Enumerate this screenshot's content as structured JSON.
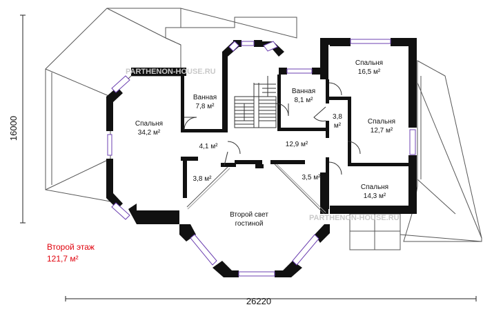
{
  "floor": {
    "name": "Второй этаж",
    "area": "121,7 м²"
  },
  "dimensions": {
    "width": "26220",
    "height": "16000"
  },
  "watermark": "PARTHENON-HOUSE.RU",
  "rooms": [
    {
      "id": "bedroom-34",
      "name": "Спальня",
      "area": "34,2 м²"
    },
    {
      "id": "bath-7",
      "name": "Ванная",
      "area": "7,8 м²"
    },
    {
      "id": "bath-8",
      "name": "Ванная",
      "area": "8,1 м²"
    },
    {
      "id": "bedroom-16",
      "name": "Спальня",
      "area": "16,5 м²"
    },
    {
      "id": "bedroom-12",
      "name": "Спальня",
      "area": "12,7 м²"
    },
    {
      "id": "bedroom-14",
      "name": "Спальня",
      "area": "14,3 м²"
    },
    {
      "id": "closet-3-8-right",
      "name": "3,8",
      "area": "м²"
    },
    {
      "id": "hall-4",
      "area": "4,1 м²"
    },
    {
      "id": "hall-12",
      "area": "12,9 м²"
    },
    {
      "id": "closet-3-8-left",
      "area": "3,8 м²"
    },
    {
      "id": "hall-3-5",
      "area": "3,5 м²"
    },
    {
      "id": "second-light",
      "name": "Второй свет",
      "name2": "гостиной"
    }
  ],
  "colors": {
    "wall": "#111111",
    "window": "#6b3fb0",
    "label": "#111111",
    "floor_title": "#e0000b",
    "watermark": "#c9c9c9"
  }
}
